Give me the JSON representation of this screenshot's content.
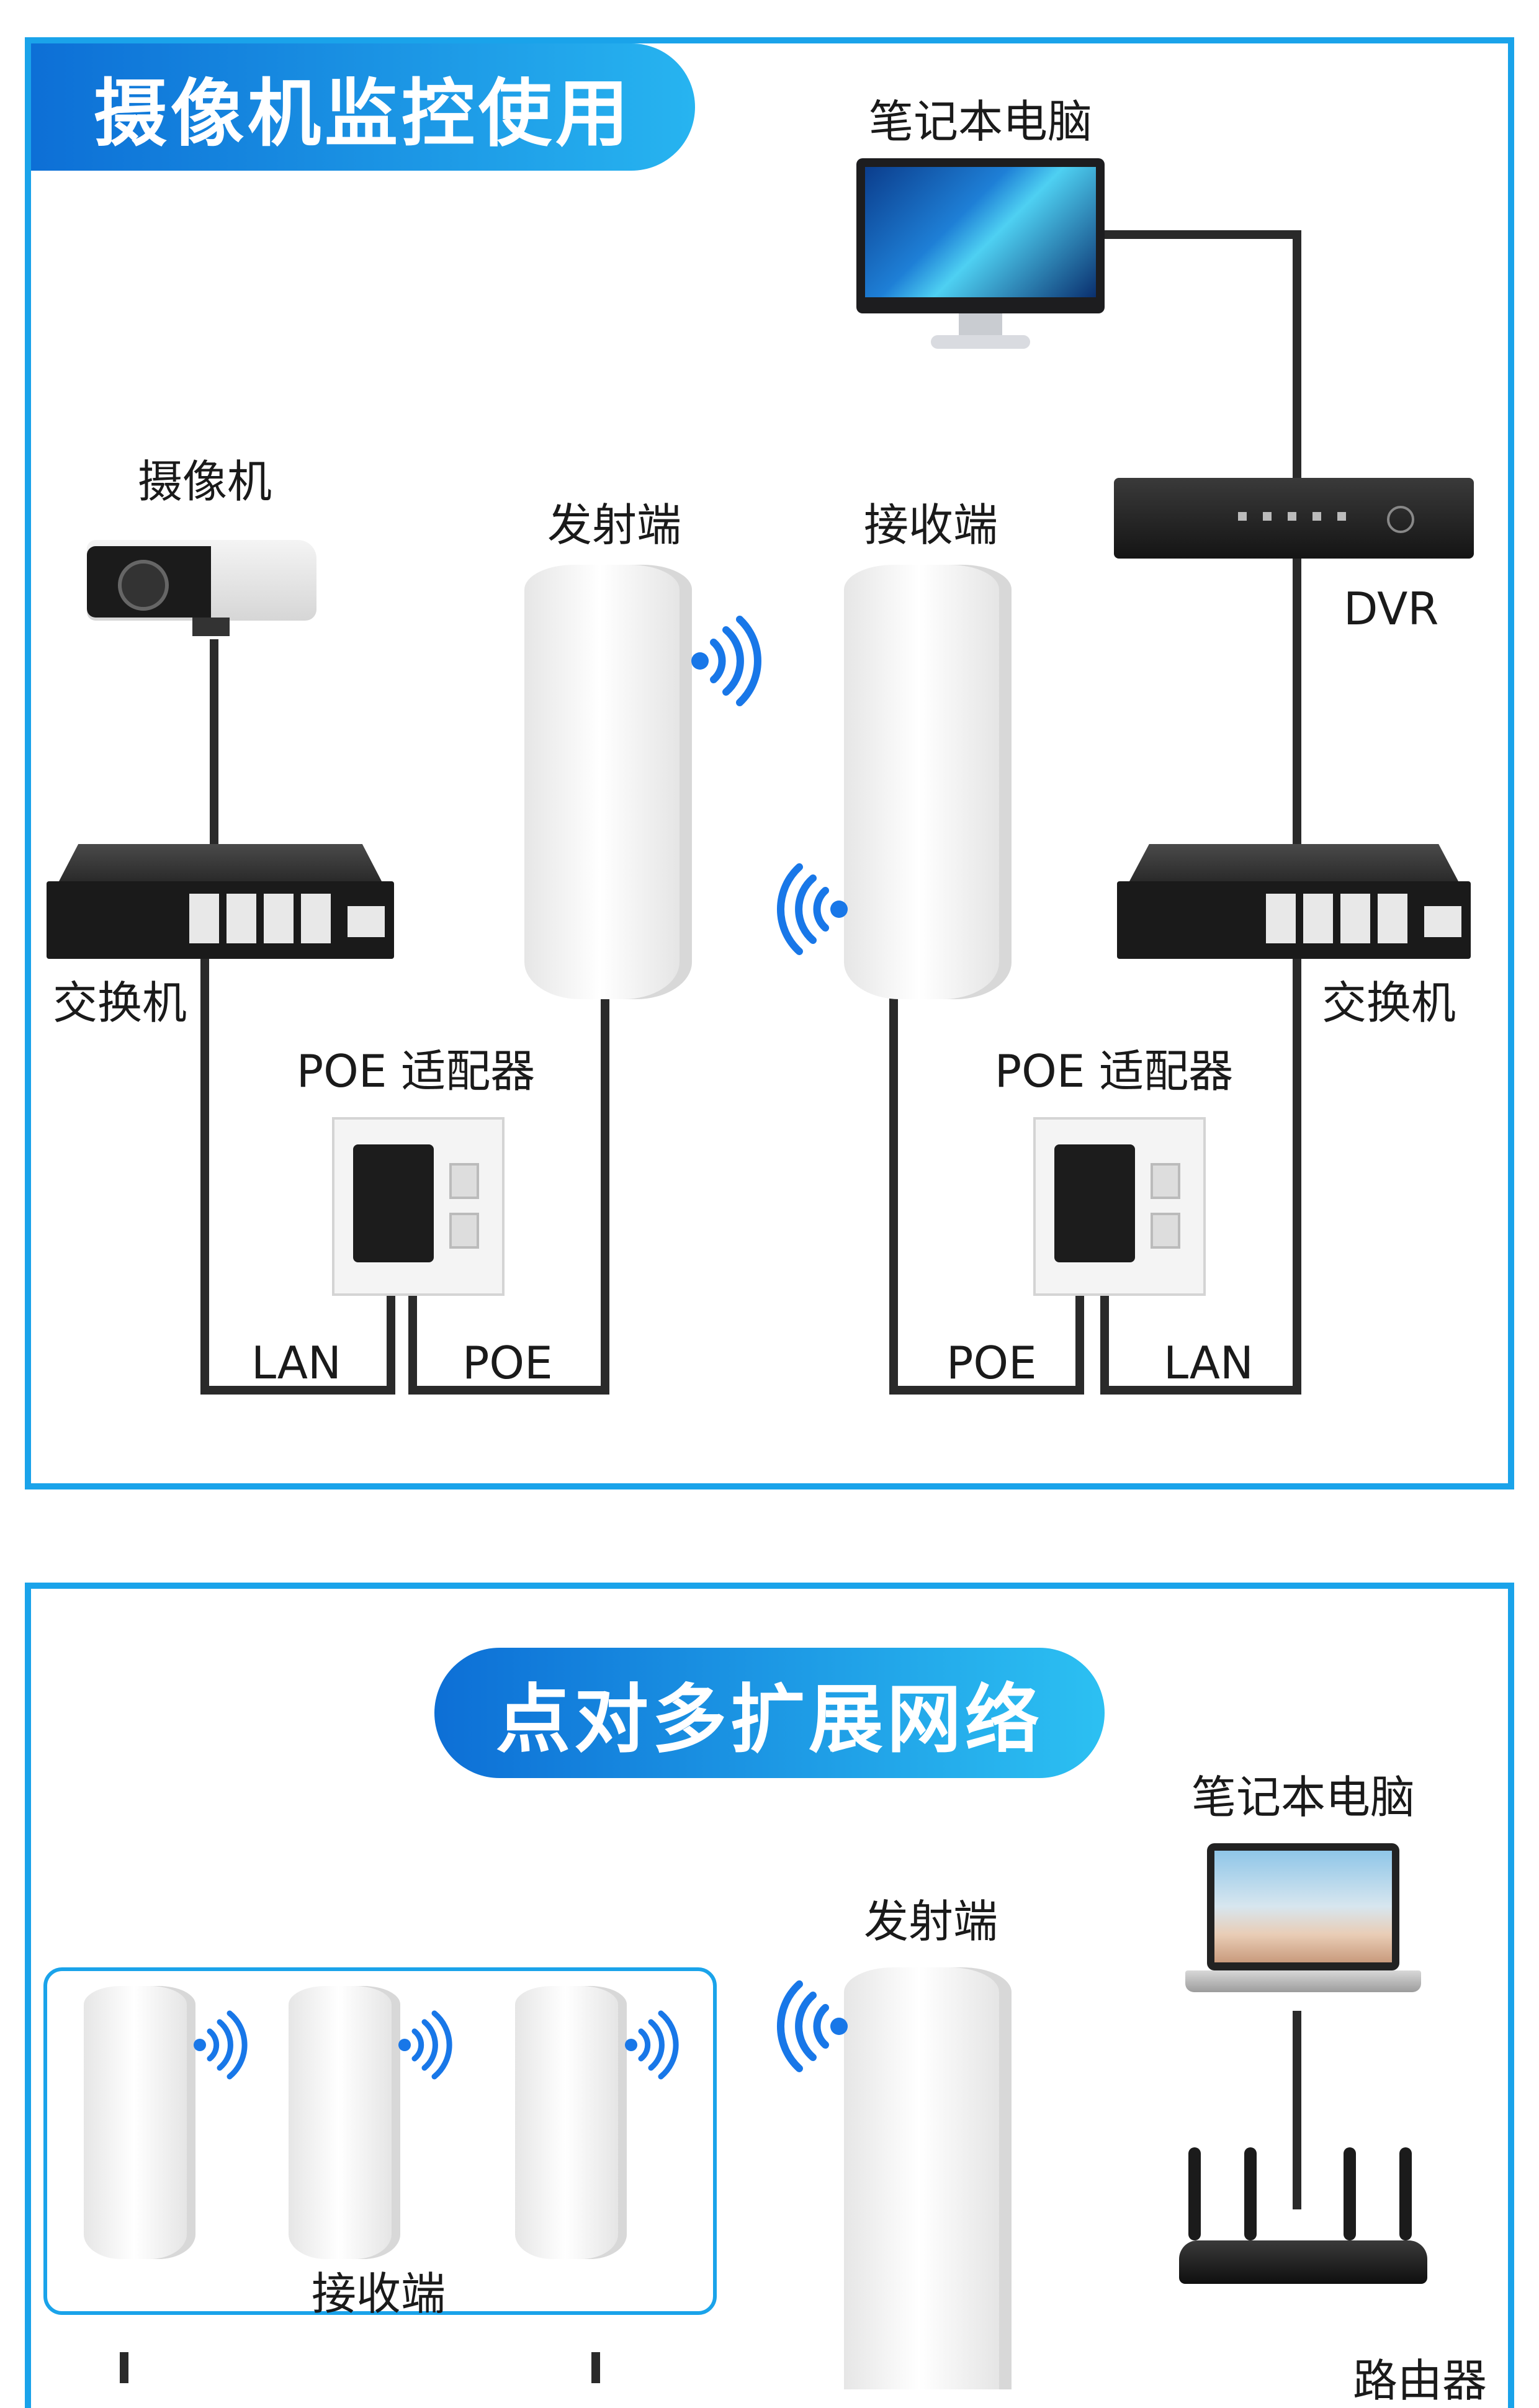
{
  "panel1": {
    "title": "摄像机监控使用",
    "labels": {
      "laptop": "笔记本电脑",
      "camera": "摄像机",
      "transmitter": "发射端",
      "receiver": "接收端",
      "dvr": "DVR",
      "switch_left": "交换机",
      "switch_right": "交换机",
      "poe_left": "POE 适配器",
      "poe_right": "POE 适配器",
      "lan_left": "LAN",
      "poe_port_left": "POE",
      "poe_port_right": "POE",
      "lan_right": "LAN"
    }
  },
  "panel2": {
    "title": "点对多扩展网络",
    "labels": {
      "laptop": "笔记本电脑",
      "transmitter": "发射端",
      "receivers": "接收端",
      "router": "路由器"
    }
  },
  "colors": {
    "accent": "#1aa3ea",
    "banner_start": "#0d73d9",
    "banner_end": "#2cc0f2",
    "cable": "#2a2a2a",
    "wifi": "#1877e8"
  }
}
